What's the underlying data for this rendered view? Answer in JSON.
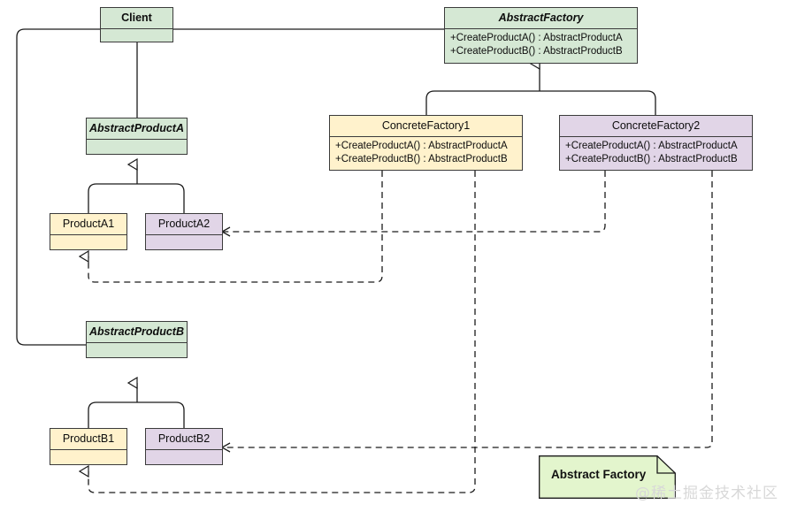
{
  "diagram": {
    "type": "uml-class-diagram",
    "title_note": "Abstract Factory",
    "watermark": "@稀土掘金技术社区",
    "colors": {
      "green_fill": "#d5e8d4",
      "yellow_fill": "#fff2cc",
      "purple_fill": "#e1d5e7",
      "note_fill": "#e3f5cd",
      "stroke": "#3b3b3b",
      "text": "#0d0d0d",
      "watermark": "#d8d8d8"
    },
    "classes": {
      "client": {
        "name": "Client",
        "stereotype": "concrete",
        "members": []
      },
      "abstract_factory": {
        "name": "AbstractFactory",
        "stereotype": "abstract",
        "members": [
          "+CreateProductA() : AbstractProductA",
          "+CreateProductB() : AbstractProductB"
        ]
      },
      "concrete_factory_1": {
        "name": "ConcreteFactory1",
        "stereotype": "concrete",
        "members": [
          "+CreateProductA() : AbstractProductA",
          "+CreateProductB() : AbstractProductB"
        ]
      },
      "concrete_factory_2": {
        "name": "ConcreteFactory2",
        "stereotype": "concrete",
        "members": [
          "+CreateProductA() : AbstractProductA",
          "+CreateProductB() : AbstractProductB"
        ]
      },
      "abstract_product_a": {
        "name": "AbstractProductA",
        "stereotype": "abstract",
        "members": []
      },
      "abstract_product_b": {
        "name": "AbstractProductB",
        "stereotype": "abstract",
        "members": []
      },
      "product_a1": {
        "name": "ProductA1",
        "stereotype": "concrete",
        "members": []
      },
      "product_a2": {
        "name": "ProductA2",
        "stereotype": "concrete",
        "members": []
      },
      "product_b1": {
        "name": "ProductB1",
        "stereotype": "concrete",
        "members": []
      },
      "product_b2": {
        "name": "ProductB2",
        "stereotype": "concrete",
        "members": []
      }
    },
    "relationships": [
      {
        "kind": "association",
        "from": "Client",
        "to": "AbstractFactory",
        "style": "solid"
      },
      {
        "kind": "association",
        "from": "Client",
        "to": "AbstractProductA",
        "style": "solid"
      },
      {
        "kind": "association",
        "from": "Client",
        "to": "AbstractProductB",
        "style": "solid"
      },
      {
        "kind": "generalization",
        "from": "ConcreteFactory1",
        "to": "AbstractFactory",
        "style": "solid"
      },
      {
        "kind": "generalization",
        "from": "ConcreteFactory2",
        "to": "AbstractFactory",
        "style": "solid"
      },
      {
        "kind": "generalization",
        "from": "ProductA1",
        "to": "AbstractProductA",
        "style": "solid"
      },
      {
        "kind": "generalization",
        "from": "ProductA2",
        "to": "AbstractProductA",
        "style": "solid"
      },
      {
        "kind": "generalization",
        "from": "ProductB1",
        "to": "AbstractProductB",
        "style": "solid"
      },
      {
        "kind": "generalization",
        "from": "ProductB2",
        "to": "AbstractProductB",
        "style": "solid"
      },
      {
        "kind": "dependency",
        "from": "ConcreteFactory1",
        "to": "ProductA1",
        "style": "dashed"
      },
      {
        "kind": "dependency",
        "from": "ConcreteFactory1",
        "to": "ProductB1",
        "style": "dashed"
      },
      {
        "kind": "dependency",
        "from": "ConcreteFactory2",
        "to": "ProductA2",
        "style": "dashed"
      },
      {
        "kind": "dependency",
        "from": "ConcreteFactory2",
        "to": "ProductB2",
        "style": "dashed"
      }
    ]
  }
}
